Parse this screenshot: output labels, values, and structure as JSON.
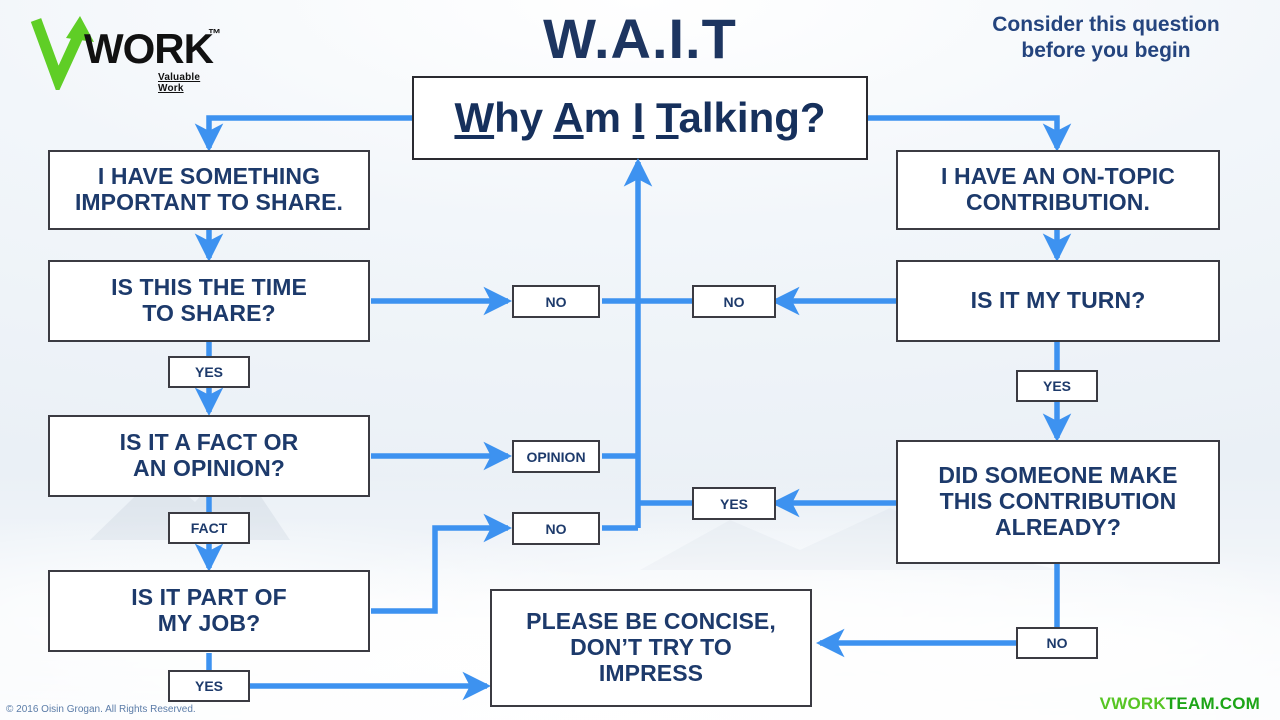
{
  "header": {
    "acronym": "W.A.I.T",
    "expansion_parts": [
      {
        "underlined": "W",
        "rest": "hy"
      },
      {
        "underlined": "A",
        "rest": "m"
      },
      {
        "underlined": "I",
        "rest": ""
      },
      {
        "underlined": "T",
        "rest": "alking?"
      }
    ],
    "expansion_full": "Why Am I Talking?",
    "callout_line1": "Consider this question",
    "callout_line2": "before you begin"
  },
  "logo": {
    "wordmark": "WORK",
    "trademark": "™",
    "tagline": "Valuable Work",
    "check_color": "#5fce26"
  },
  "colors": {
    "navy_text": "#1d3a6b",
    "title_navy": "#16305c",
    "arrow_blue": "#3d92f0",
    "box_border": "#3b3b42",
    "brand_green_light": "#57c524",
    "brand_green_dark": "#1da517"
  },
  "nodes": {
    "left_start": {
      "id": "left-start",
      "lines": [
        "I HAVE SOMETHING",
        "IMPORTANT TO SHARE."
      ]
    },
    "left_q1": {
      "id": "left-q1",
      "lines": [
        "IS THIS THE TIME",
        "TO SHARE?"
      ]
    },
    "left_q2": {
      "id": "left-q2",
      "lines": [
        "IS IT A FACT OR",
        "AN OPINION?"
      ]
    },
    "left_q3": {
      "id": "left-q3",
      "lines": [
        "IS IT PART OF",
        "MY JOB?"
      ]
    },
    "right_start": {
      "id": "right-start",
      "lines": [
        "I HAVE AN ON-TOPIC",
        "CONTRIBUTION."
      ]
    },
    "right_q1": {
      "id": "right-q1",
      "lines": [
        "IS IT MY TURN?"
      ]
    },
    "right_q2": {
      "id": "right-q2",
      "lines": [
        "DID SOMEONE MAKE",
        "THIS CONTRIBUTION",
        "ALREADY?"
      ]
    },
    "outcome": {
      "id": "outcome",
      "lines": [
        "PLEASE BE CONCISE,",
        "DON’T TRY TO",
        "IMPRESS"
      ]
    }
  },
  "edge_labels": {
    "left_q1_no": "NO",
    "left_q1_yes": "YES",
    "left_q2_opinion": "OPINION",
    "left_q2_fact": "FACT",
    "left_q3_no": "NO",
    "left_q3_yes": "YES",
    "right_q1_no": "NO",
    "right_q1_yes": "YES",
    "right_q2_yes": "YES",
    "right_q2_no": "NO"
  },
  "footer": {
    "copyright": "© 2016 Oisin Grogan. All Rights Reserved.",
    "brand_first": "VWORK",
    "brand_second": "TEAM.COM"
  }
}
